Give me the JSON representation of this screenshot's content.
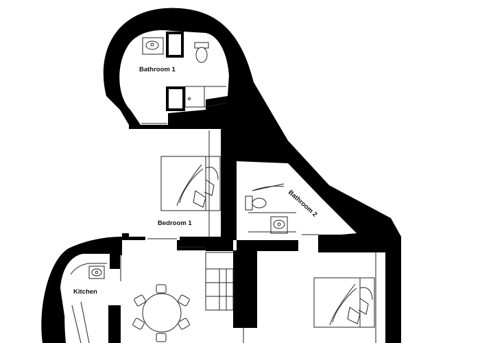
{
  "plan": {
    "colors": {
      "wall": "#000000",
      "floor": "#ffffff",
      "line": "#222222"
    },
    "rooms": [
      {
        "id": "bathroom-1",
        "label": "Bathroom 1"
      },
      {
        "id": "bedroom-1",
        "label": "Bedroom 1"
      },
      {
        "id": "bathroom-2",
        "label": "Bathroom 2"
      },
      {
        "id": "kitchen",
        "label": "Kitchen"
      }
    ],
    "icons": [
      "sink-icon",
      "toilet-icon",
      "shower-icon",
      "double-bed-icon",
      "dining-table-icon",
      "chair-icon",
      "wardrobe-icon",
      "door-swing-icon"
    ]
  }
}
